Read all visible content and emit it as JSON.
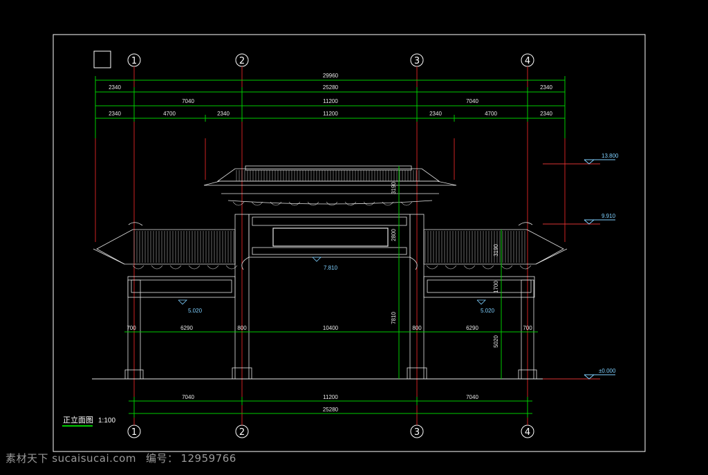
{
  "colors": {
    "background": "#000000",
    "frame": "#ffffff",
    "dimension": "#00dd00",
    "axis": "#dd2222",
    "structure": "#e8e8e8",
    "level": "#7fd0ff"
  },
  "drawing": {
    "title": "正立面图",
    "scale": "1:100"
  },
  "grid_labels": [
    "1",
    "2",
    "3",
    "4"
  ],
  "top_dims": {
    "row1": [
      "29960"
    ],
    "row2": [
      "2340",
      "25280",
      "2340"
    ],
    "row3": [
      "7040",
      "11200",
      "7040"
    ],
    "row4": [
      "2340",
      "4700",
      "2340",
      "11200",
      "2340",
      "4700",
      "2340"
    ]
  },
  "bottom_dims": {
    "row1": [
      "7040",
      "11200",
      "7040"
    ],
    "row2": [
      "25280"
    ]
  },
  "span_dims": [
    "700",
    "6290",
    "800",
    "10400",
    "800",
    "6290",
    "700"
  ],
  "vertical_dims": {
    "upper_roof": "3190",
    "frieze": "2800",
    "side_roof": "3190",
    "side_frieze": "1700",
    "total": "7810",
    "column": "5020"
  },
  "levels": {
    "ridge": "13.800",
    "eave": "9.910",
    "ground": "±0.000"
  },
  "local_levels": {
    "center": "7.810",
    "left": "5.020",
    "right": "5.020"
  },
  "watermark": {
    "site": "素材天下 sucaisucai.com",
    "id_label": "编号：",
    "id": "12959766"
  }
}
